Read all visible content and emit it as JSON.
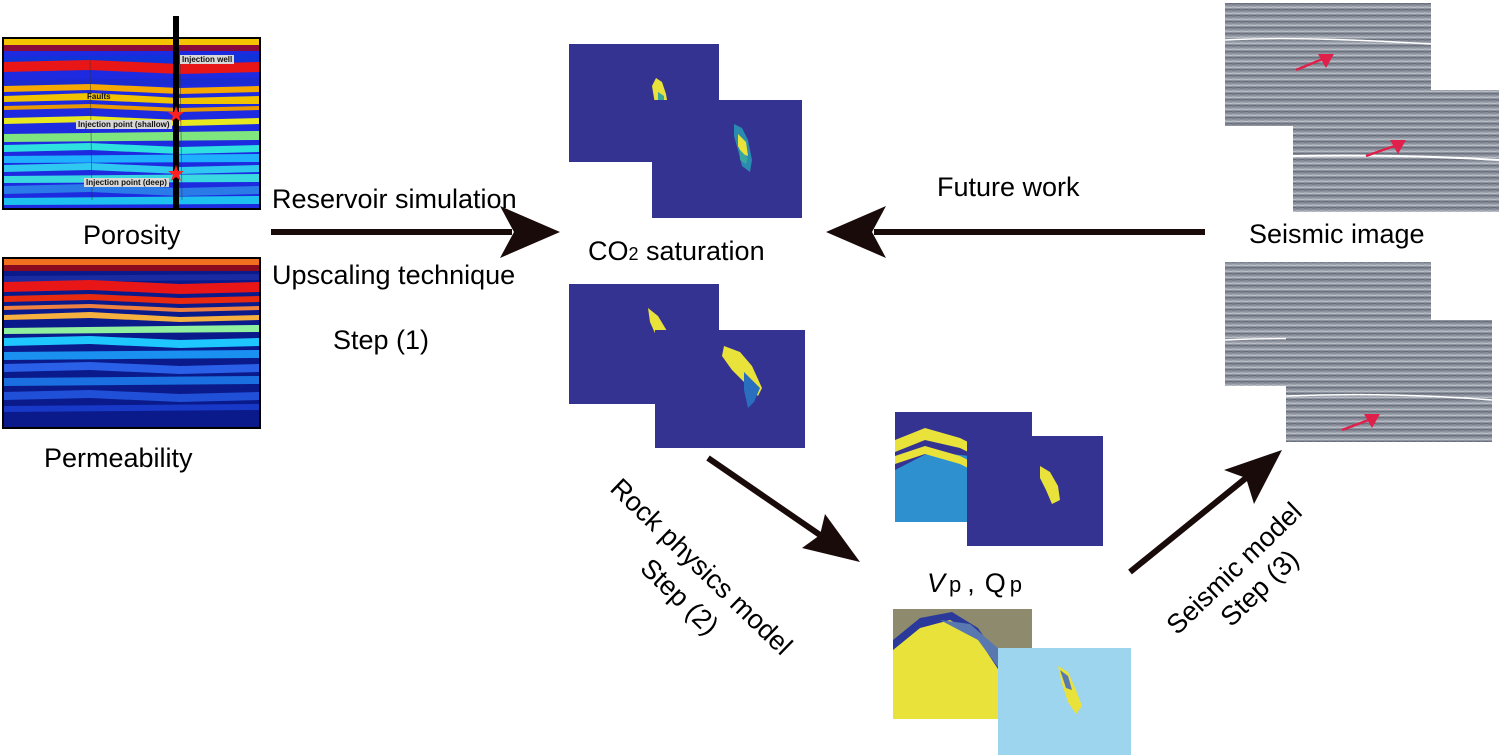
{
  "labels": {
    "porosity": "Porosity",
    "permeability": "Permeability",
    "reservoir_simulation": "Reservoir simulation",
    "upscaling_technique": "Upscaling technique",
    "step1": "Step (1)",
    "co2_prefix": "CO",
    "co2_sub": "2",
    "co2_suffix": " saturation",
    "future_work": "Future work",
    "seismic_image": "Seismic image",
    "rock_physics_model": "Rock physics model",
    "step2": "Step (2)",
    "vp_v": "V",
    "vp_p": "p",
    "vp_comma": ",",
    "qp_q": "Q",
    "qp_p": "p",
    "seismic_model": "Seismic model",
    "step3": "Step (3)"
  },
  "annotations": {
    "injection_well": "Injection well",
    "faults": "Faults",
    "injection_shallow": "Injection point (shallow)",
    "injection_deep": "Injection point (deep)"
  },
  "colors": {
    "arrow": "#1a0b0b",
    "saturation_bg": "#353392",
    "plume_yellow": "#e8e23a",
    "plume_teal": "#3aa6a0",
    "seismic_bg": "#8a909c",
    "seismic_arrow": "#e0204a",
    "vp_blue": "#2f90d0",
    "qp_light": "#9dd4ee",
    "qp_khaki": "#8e8a6e"
  }
}
